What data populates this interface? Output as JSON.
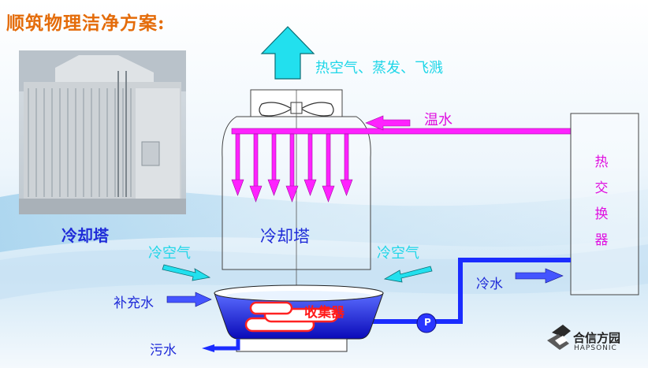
{
  "title": "顺筑物理洁净方案:",
  "photo_label": "冷却塔",
  "tower_label": "冷却塔",
  "exhaust_label": "热空气、蒸发、飞溅",
  "warm_water_label": "温水",
  "cold_air_left_label": "冷空气",
  "cold_air_right_label": "冷空气",
  "cold_water_label": "冷水",
  "makeup_water_label": "补充水",
  "waste_water_label": "污水",
  "collector_label": "收集器",
  "heat_exchanger_label": "热交换器",
  "pump_label": "P",
  "logo": {
    "name": "合信方园",
    "subtitle": "HAPSONIC"
  },
  "icons": [
    "fan-icon",
    "logo-mark-icon"
  ],
  "colors": {
    "title": "#e46c0a",
    "blue_text": "#1f2bd8",
    "cyan": "#1ed6e8",
    "magenta": "#e010e0",
    "water": "#1010c8",
    "collector_text": "#ff1a1a"
  }
}
